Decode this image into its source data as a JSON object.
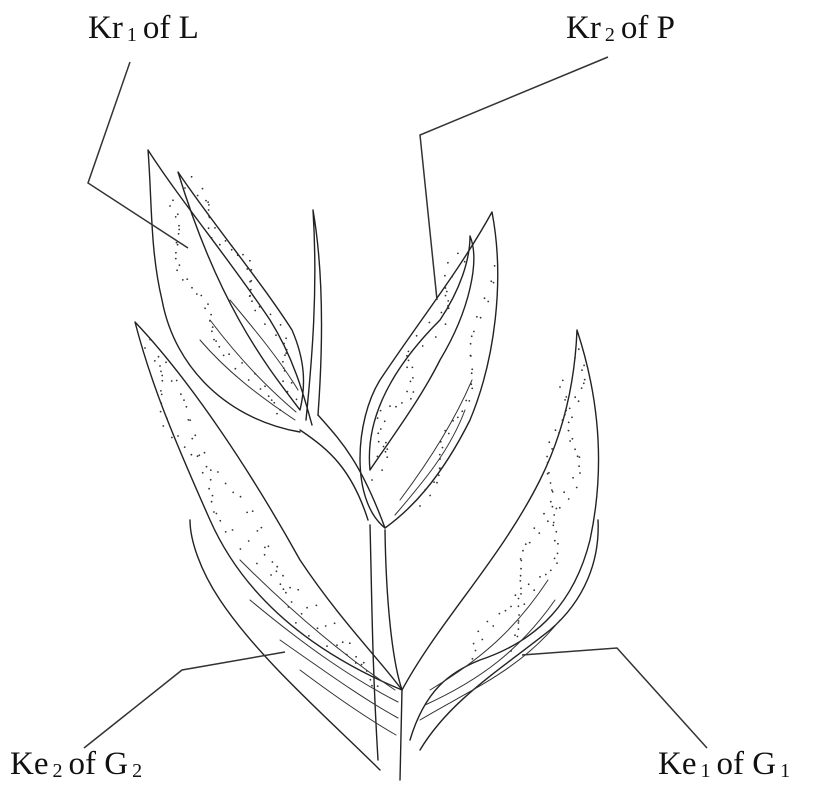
{
  "labels": {
    "kr1": {
      "a": "Kr",
      "sub": "1",
      "b": "of  L"
    },
    "kr2": {
      "a": "Kr",
      "sub": "2",
      "b": "of  P"
    },
    "ke2": {
      "a": "Ke",
      "sub": "2",
      "b": "of G",
      "sub2": "2"
    },
    "ke1": {
      "a": "Ke",
      "sub": "1",
      "b": "of G",
      "sub2": "1"
    }
  },
  "colors": {
    "ink": "#222222",
    "background": "#ffffff"
  }
}
